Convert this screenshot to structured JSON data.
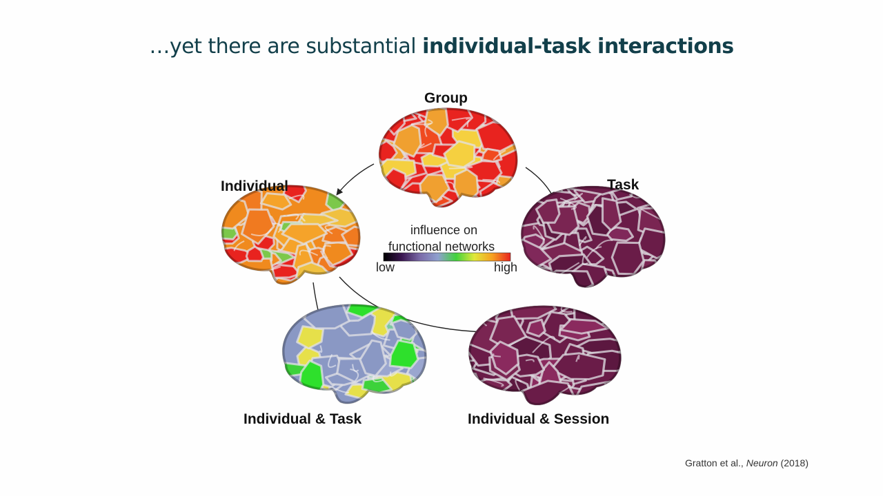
{
  "slide": {
    "title_prefix": "…yet there are substantial ",
    "title_bold": "individual-task interactions"
  },
  "panels": [
    {
      "key": "group",
      "label": "Group",
      "palette": [
        "#e8231f",
        "#e8231f",
        "#e8231f",
        "#f04a1f",
        "#f0a030",
        "#f5d040",
        "#e8231f"
      ]
    },
    {
      "key": "individual",
      "label": "Individual",
      "palette": [
        "#f08a1e",
        "#e8231f",
        "#f5a32a",
        "#f0c040",
        "#7cc84a",
        "#e8231f",
        "#f07a20"
      ]
    },
    {
      "key": "task",
      "label": "Task",
      "palette": [
        "#6a1c48",
        "#7a2552",
        "#5c1840",
        "#80285a",
        "#6a1c48"
      ]
    },
    {
      "key": "indtask",
      "label": "Individual & Task",
      "palette": [
        "#8a98c4",
        "#9aa6cf",
        "#3dd23a",
        "#2ee02c",
        "#8a98c4",
        "#e6e04a",
        "#7bc8a0"
      ]
    },
    {
      "key": "indsess",
      "label": "Individual & Session",
      "palette": [
        "#6a1c48",
        "#7a2552",
        "#5c1840",
        "#8a2a5e",
        "#6a1c48"
      ]
    }
  ],
  "colorbar": {
    "title_line1": "influence on",
    "title_line2": "functional networks",
    "low": "low",
    "high": "high",
    "colors": [
      "#000000",
      "#3a1550",
      "#7a6aa8",
      "#8fa0cf",
      "#41d23c",
      "#e0e83a",
      "#f7a020",
      "#e8231f"
    ]
  },
  "citation": {
    "authors": "Gratton et al., ",
    "journal": "Neuron",
    "year": " (2018)"
  }
}
